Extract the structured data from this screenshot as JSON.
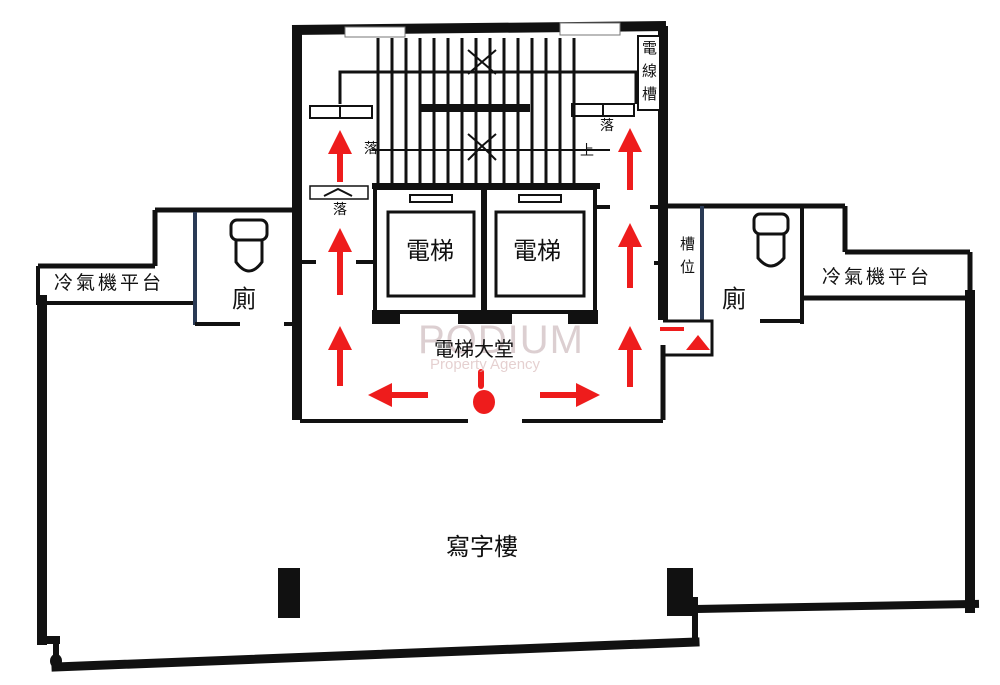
{
  "plan": {
    "rooms": {
      "office": "寫字樓",
      "lift_lobby": "電梯大堂",
      "lift_1": "電梯",
      "lift_2": "電梯",
      "toilet_left": "廁",
      "toilet_right": "廁",
      "ac_platform_left": "冷氣機平台",
      "ac_platform_right": "冷氣機平台",
      "cable_duct": "電線槽",
      "duct_position": "槽位"
    },
    "stair_labels": {
      "down_left_upper": "落",
      "down_left_lower": "落",
      "down_right": "落",
      "up_right": "上"
    },
    "watermark": {
      "brand": "PODIUM",
      "tagline": "Property Agency"
    },
    "colors": {
      "wall": "#111111",
      "arrow": "#ee1c1c",
      "background": "#ffffff"
    }
  }
}
